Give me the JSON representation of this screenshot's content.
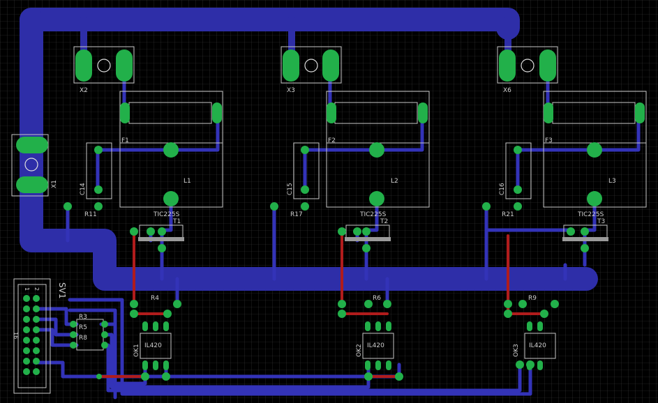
{
  "board": {
    "labels": {
      "x1": "X1",
      "x2": "X2",
      "x3": "X3",
      "x6": "X6",
      "f1": "F1",
      "f2": "F2",
      "f3": "F3",
      "l1": "L1",
      "l2": "L2",
      "l3": "L3",
      "c14": "C14",
      "c15": "C15",
      "c16": "C16",
      "r11": "R11",
      "r17": "R17",
      "r21": "R21",
      "t1": "T1",
      "t2": "T2",
      "t3": "T3",
      "tic1": "TIC225S",
      "tic2": "TIC225S",
      "tic3": "TIC225S",
      "r4": "R4",
      "r6": "R6",
      "r9": "R9",
      "r3": "R3",
      "r5": "R5",
      "r8": "R8",
      "ok1": "OK1",
      "ok2": "OK2",
      "ok3": "OK3",
      "il1": "IL420",
      "il2": "IL420",
      "il3": "IL420",
      "sv1": "SV1",
      "pin1": "1",
      "pin2": "2",
      "pin16": "16"
    },
    "colors": {
      "background": "#000000",
      "grid": "#3a3a3a",
      "bottom_copper": "#2e2ea8",
      "top_copper": "#b01c1c",
      "pads": "#22b04a",
      "silkscreen": "#c8c8c8"
    }
  }
}
